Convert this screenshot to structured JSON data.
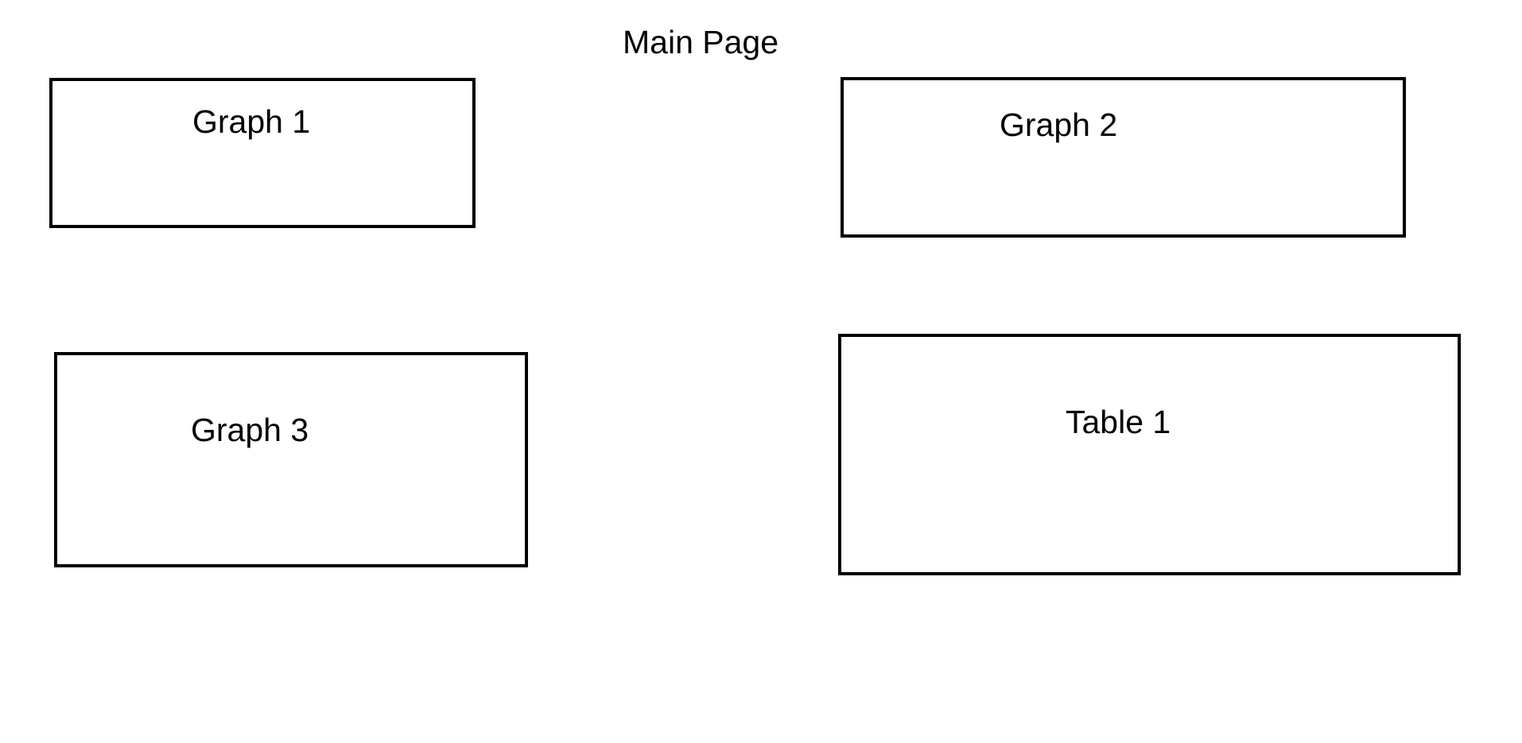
{
  "page": {
    "title": "Main Page"
  },
  "panels": {
    "graph1": {
      "label": "Graph 1"
    },
    "graph2": {
      "label": "Graph 2"
    },
    "graph3": {
      "label": "Graph 3"
    },
    "table1": {
      "label": "Table 1"
    }
  },
  "colors": {
    "border": "#000000",
    "background": "#ffffff",
    "text": "#000000"
  }
}
